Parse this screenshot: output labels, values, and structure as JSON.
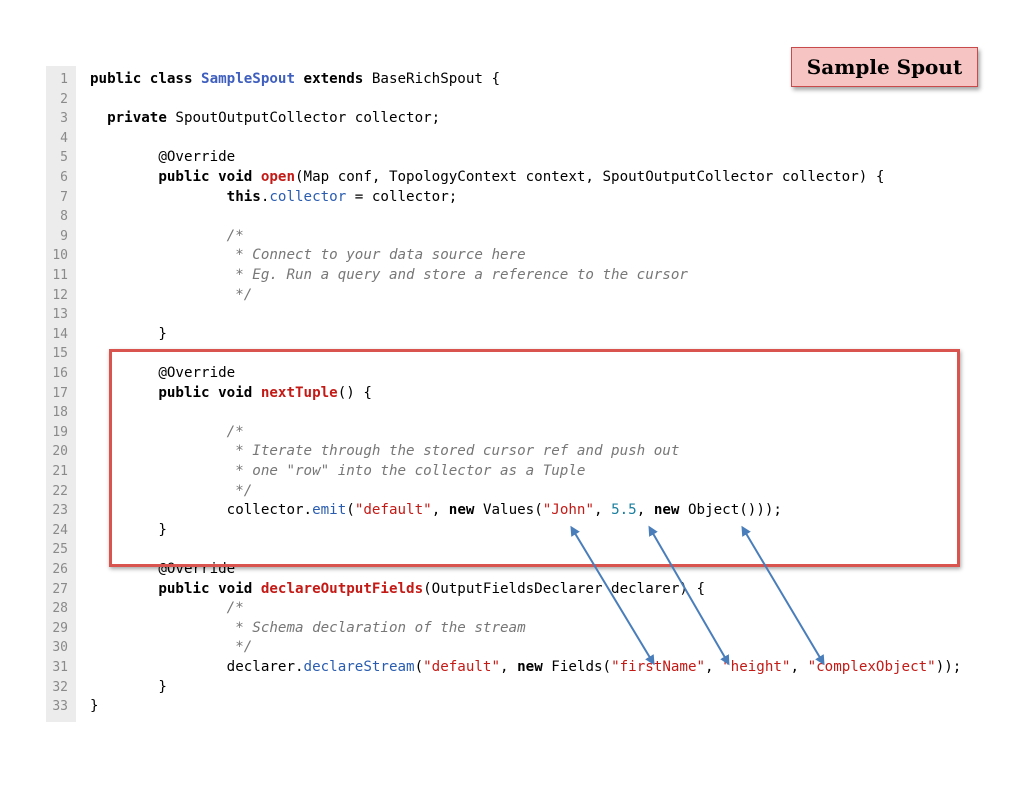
{
  "title_label": "Sample Spout",
  "code": [
    {
      "n": "1",
      "tokens": [
        {
          "t": "public class ",
          "c": "kw"
        },
        {
          "t": "SampleSpout",
          "c": "cls"
        },
        {
          "t": " extends ",
          "c": "kw"
        },
        {
          "t": "BaseRichSpout {",
          "c": ""
        }
      ]
    },
    {
      "n": "2",
      "tokens": []
    },
    {
      "n": "3",
      "tokens": [
        {
          "t": "  private ",
          "c": "kw"
        },
        {
          "t": "SpoutOutputCollector collector;",
          "c": ""
        }
      ]
    },
    {
      "n": "4",
      "tokens": []
    },
    {
      "n": "5",
      "tokens": [
        {
          "t": "        @Override",
          "c": ""
        }
      ]
    },
    {
      "n": "6",
      "tokens": [
        {
          "t": "        public void ",
          "c": "kw"
        },
        {
          "t": "open",
          "c": "fn"
        },
        {
          "t": "(Map conf, TopologyContext context, SpoutOutputCollector collector) {",
          "c": ""
        }
      ]
    },
    {
      "n": "7",
      "tokens": [
        {
          "t": "                this",
          "c": "kw"
        },
        {
          "t": ".",
          "c": ""
        },
        {
          "t": "collector",
          "c": "fld"
        },
        {
          "t": " = collector;",
          "c": ""
        }
      ]
    },
    {
      "n": "8",
      "tokens": []
    },
    {
      "n": "9",
      "tokens": [
        {
          "t": "                /*",
          "c": "cm"
        }
      ]
    },
    {
      "n": "10",
      "tokens": [
        {
          "t": "                 * Connect to your data source here",
          "c": "cm"
        }
      ]
    },
    {
      "n": "11",
      "tokens": [
        {
          "t": "                 * Eg. Run a query and store a reference to the cursor",
          "c": "cm"
        }
      ]
    },
    {
      "n": "12",
      "tokens": [
        {
          "t": "                 */",
          "c": "cm"
        }
      ]
    },
    {
      "n": "13",
      "tokens": []
    },
    {
      "n": "14",
      "tokens": [
        {
          "t": "        }",
          "c": ""
        }
      ]
    },
    {
      "n": "15",
      "tokens": []
    },
    {
      "n": "16",
      "tokens": [
        {
          "t": "        @Override",
          "c": ""
        }
      ]
    },
    {
      "n": "17",
      "tokens": [
        {
          "t": "        public void ",
          "c": "kw"
        },
        {
          "t": "nextTuple",
          "c": "fn"
        },
        {
          "t": "() {",
          "c": ""
        }
      ]
    },
    {
      "n": "18",
      "tokens": []
    },
    {
      "n": "19",
      "tokens": [
        {
          "t": "                /*",
          "c": "cm"
        }
      ]
    },
    {
      "n": "20",
      "tokens": [
        {
          "t": "                 * Iterate through the stored cursor ref and push out",
          "c": "cm"
        }
      ]
    },
    {
      "n": "21",
      "tokens": [
        {
          "t": "                 * one \"row\" into the collector as a Tuple",
          "c": "cm"
        }
      ]
    },
    {
      "n": "22",
      "tokens": [
        {
          "t": "                 */",
          "c": "cm"
        }
      ]
    },
    {
      "n": "23",
      "tokens": [
        {
          "t": "                collector.",
          "c": ""
        },
        {
          "t": "emit",
          "c": "fld"
        },
        {
          "t": "(",
          "c": ""
        },
        {
          "t": "\"default\"",
          "c": "str"
        },
        {
          "t": ", ",
          "c": ""
        },
        {
          "t": "new ",
          "c": "kw"
        },
        {
          "t": "Values(",
          "c": ""
        },
        {
          "t": "\"John\"",
          "c": "str"
        },
        {
          "t": ", ",
          "c": ""
        },
        {
          "t": "5.5",
          "c": "num"
        },
        {
          "t": ", ",
          "c": ""
        },
        {
          "t": "new ",
          "c": "kw"
        },
        {
          "t": "Object()));",
          "c": ""
        }
      ]
    },
    {
      "n": "24",
      "tokens": [
        {
          "t": "        }",
          "c": ""
        }
      ]
    },
    {
      "n": "25",
      "tokens": []
    },
    {
      "n": "26",
      "tokens": [
        {
          "t": "        @Override",
          "c": ""
        }
      ]
    },
    {
      "n": "27",
      "tokens": [
        {
          "t": "        public void ",
          "c": "kw"
        },
        {
          "t": "declareOutputFields",
          "c": "fn"
        },
        {
          "t": "(OutputFieldsDeclarer declarer) {",
          "c": ""
        }
      ]
    },
    {
      "n": "28",
      "tokens": [
        {
          "t": "                /*",
          "c": "cm"
        }
      ]
    },
    {
      "n": "29",
      "tokens": [
        {
          "t": "                 * Schema declaration of the stream",
          "c": "cm"
        }
      ]
    },
    {
      "n": "30",
      "tokens": [
        {
          "t": "                 */",
          "c": "cm"
        }
      ]
    },
    {
      "n": "31",
      "tokens": [
        {
          "t": "                declarer.",
          "c": ""
        },
        {
          "t": "declareStream",
          "c": "fld"
        },
        {
          "t": "(",
          "c": ""
        },
        {
          "t": "\"default\"",
          "c": "str"
        },
        {
          "t": ", ",
          "c": ""
        },
        {
          "t": "new ",
          "c": "kw"
        },
        {
          "t": "Fields(",
          "c": ""
        },
        {
          "t": "\"firstName\"",
          "c": "str"
        },
        {
          "t": ", ",
          "c": ""
        },
        {
          "t": "\"height\"",
          "c": "str"
        },
        {
          "t": ", ",
          "c": ""
        },
        {
          "t": "\"complexObject\"",
          "c": "str"
        },
        {
          "t": "));",
          "c": ""
        }
      ]
    },
    {
      "n": "32",
      "tokens": [
        {
          "t": "        }",
          "c": ""
        }
      ]
    },
    {
      "n": "33",
      "tokens": [
        {
          "t": "}",
          "c": ""
        }
      ]
    }
  ],
  "colors": {
    "highlight_border": "#d9534f",
    "arrow": "#4a7ebb",
    "title_fill": "#f7c4c4"
  }
}
